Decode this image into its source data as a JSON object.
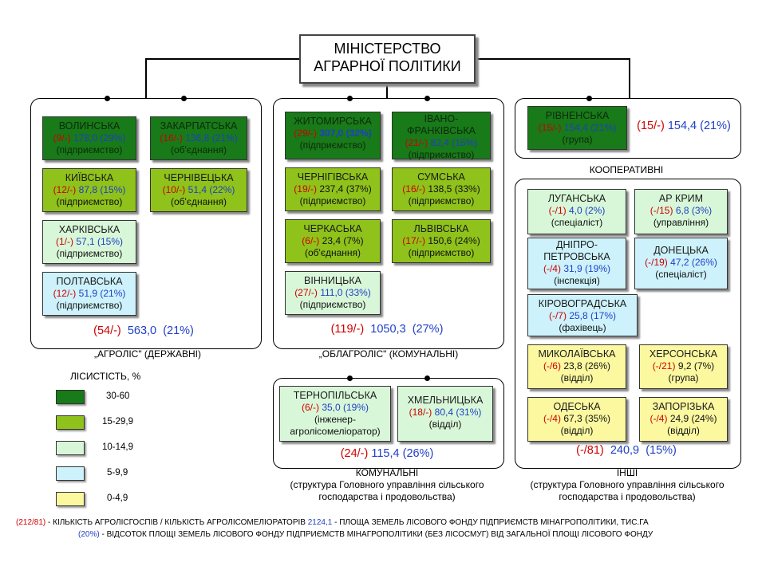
{
  "title": {
    "line1": "МІНІСТЕРСТВО",
    "line2": "АГРАРНОЇ ПОЛІТИКИ"
  },
  "units": [
    {
      "name": "ВОЛИНСЬКА",
      "count": "(9/-)",
      "area": "178,0",
      "pct": "(29%)",
      "type": "(підприємство)"
    },
    {
      "name": "ЗАКАРПАТСЬКА",
      "count": "(16/-)",
      "area": "136,8",
      "pct": "(21%)",
      "type": "(об'єднання)"
    },
    {
      "name": "КИЇВСЬКА",
      "count": "(12/-)",
      "area": "87,8",
      "pct": "(15%)",
      "type": "(підприємство)"
    },
    {
      "name": "ЧЕРНІВЕЦЬКА",
      "count": "(10/-)",
      "area": "51,4",
      "pct": "(22%)",
      "type": "(об'єднання)"
    },
    {
      "name": "ХАРКІВСЬКА",
      "count": "(1/-)",
      "area": "57,1",
      "pct": "(15%)",
      "type": "(підприємство)"
    },
    {
      "name": "ПОЛТАВСЬКА",
      "count": "(12/-)",
      "area": "51,9",
      "pct": "(21%)",
      "type": "(підприємство)"
    },
    {
      "name": "ЖИТОМИРСЬКА",
      "count": "(29/-)",
      "area": "307,0",
      "pct": "(32%)",
      "type": "(підприємство)"
    },
    {
      "name": "ІВАНО-ФРАНКІВСЬКА",
      "count": "(21/-)",
      "area": "82,4",
      "pct": "(15%)",
      "type": "(підприємство)"
    },
    {
      "name": "ЧЕРНІГІВСЬКА",
      "count": "(19/-)",
      "area": "237,4",
      "pct": "(37%)",
      "type": "(підприємство)"
    },
    {
      "name": "СУМСЬКА",
      "count": "(16/-)",
      "area": "138,5",
      "pct": "(33%)",
      "type": "(підприємство)"
    },
    {
      "name": "ЧЕРКАСЬКА",
      "count": "(6/-)",
      "area": "23,4",
      "pct": "(7%)",
      "type": "(об'єднання)"
    },
    {
      "name": "ЛЬВІВСЬКА",
      "count": "(17/-)",
      "area": "150,6",
      "pct": "(24%)",
      "type": "(підприємство)"
    },
    {
      "name": "ВІННИЦЬКА",
      "count": "(27/-)",
      "area": "111,0",
      "pct": "(33%)",
      "type": "(підприємство)"
    },
    {
      "name": "РІВНЕНСЬКА",
      "count": "(15/-)",
      "area": "154,4",
      "pct": "(21%)",
      "type": "(група)"
    },
    {
      "name": "ЛУГАНСЬКА",
      "count": "(-/1)",
      "area": "4,0",
      "pct": "(2%)",
      "type": "(спеціаліст)"
    },
    {
      "name": "АР КРИМ",
      "count": "(-/15)",
      "area": "6,8",
      "pct": "(3%)",
      "type": "(управління)"
    },
    {
      "name": "ДНІПРО-ПЕТРОВСЬКА",
      "count": "(-/4)",
      "area": "31,9",
      "pct": "(19%)",
      "type": "(інспекція)"
    },
    {
      "name": "ДОНЕЦЬКА",
      "count": "(-/19)",
      "area": "47,2",
      "pct": "(26%)",
      "type": "(спеціаліст)"
    },
    {
      "name": "КІРОВОГРАДСЬКА",
      "count": "(-/7)",
      "area": "25,8",
      "pct": "(17%)",
      "type": "(фахівець)"
    },
    {
      "name": "МИКОЛАЇВСЬКА",
      "count": "(-/6)",
      "area": "23,8",
      "pct": "(26%)",
      "type": "(відділ)"
    },
    {
      "name": "ХЕРСОНСЬКА",
      "count": "(-/21)",
      "area": "9,2",
      "pct": "(7%)",
      "type": "(група)"
    },
    {
      "name": "ОДЕСЬКА",
      "count": "(-/4)",
      "area": "67,3",
      "pct": "(35%)",
      "type": "(відділ)"
    },
    {
      "name": "ЗАПОРІЗЬКА",
      "count": "(-/4)",
      "area": "24,9",
      "pct": "(24%)",
      "type": "(відділ)"
    },
    {
      "name": "ТЕРНОПІЛЬСЬКА",
      "count": "(6/-)",
      "area": "35,0",
      "pct": "(19%)",
      "type": "(інженер-агролісомеліоратор)"
    },
    {
      "name": "ХМЕЛЬНИЦЬКА",
      "count": "(18/-)",
      "area": "80,4",
      "pct": "(31%)",
      "type": "(відділ)"
    }
  ],
  "totals": [
    {
      "count": "(54/-)",
      "area": "563,0",
      "pct": "(21%)"
    },
    {
      "count": "(119/-)",
      "area": "1050,3",
      "pct": "(27%)"
    },
    {
      "count": "(15/-)",
      "area": "154,4",
      "pct": "(21%)"
    },
    {
      "count": "(-/81)",
      "area": "240,9",
      "pct": "(15%)"
    },
    {
      "count": "(24/-)",
      "area": "115,4",
      "pct": "(26%)"
    }
  ],
  "captions": {
    "agrolis": "„АГРОЛІС\" (ДЕРЖАВНІ)",
    "oblagrolis": "„ОБЛАГРОЛІС\" (КОМУНАЛЬНІ)",
    "coop": "КООПЕРАТИВНІ",
    "komunalni": "КОМУНАЛЬНІ",
    "komunalni_sub1": "(структура Головного управління сільського",
    "komunalni_sub2": "господарства і продовольства)",
    "inshi": "ІНШІ",
    "inshi_sub1": "(структура Головного управління сільського",
    "inshi_sub2": "господарства і продовольства)"
  },
  "legend": {
    "title": "ЛІСИСТІСТЬ, %",
    "items": [
      {
        "label": "30-60",
        "color": "#187a18"
      },
      {
        "label": "15-29,9",
        "color": "#8fc21a"
      },
      {
        "label": "10-14,9",
        "color": "#d8f7d8"
      },
      {
        "label": "5-9,9",
        "color": "#cdf2fb"
      },
      {
        "label": "0-4,9",
        "color": "#fbf8a0"
      }
    ]
  },
  "footnote": {
    "l1a": "(212/81)",
    "l1b": " - КІЛЬКІСТЬ АГРОЛІСГОСПІВ / КІЛЬКІСТЬ АГРОЛІСОМЕЛІОРАТОРІВ ",
    "l1c": "2124,1",
    "l1d": " - ПЛОЩА ЗЕМЕЛЬ ЛІСОВОГО ФОНДУ ПІДПРИЄМСТВ МІНАГРОПОЛІТИКИ, ТИС.ГА",
    "l2a": "(20%)",
    "l2b": " - ВІДСОТОК ПЛОЩІ ЗЕМЕЛЬ ЛІСОВОГО ФОНДУ ПІДПРИЄМСТВ МІНАГРОПОЛІТИКИ (БЕЗ ЛІСОСМУГ) ВІД ЗАГАЛЬНОЇ ПЛОЩІ ЛІСОВОГО ФОНДУ"
  }
}
